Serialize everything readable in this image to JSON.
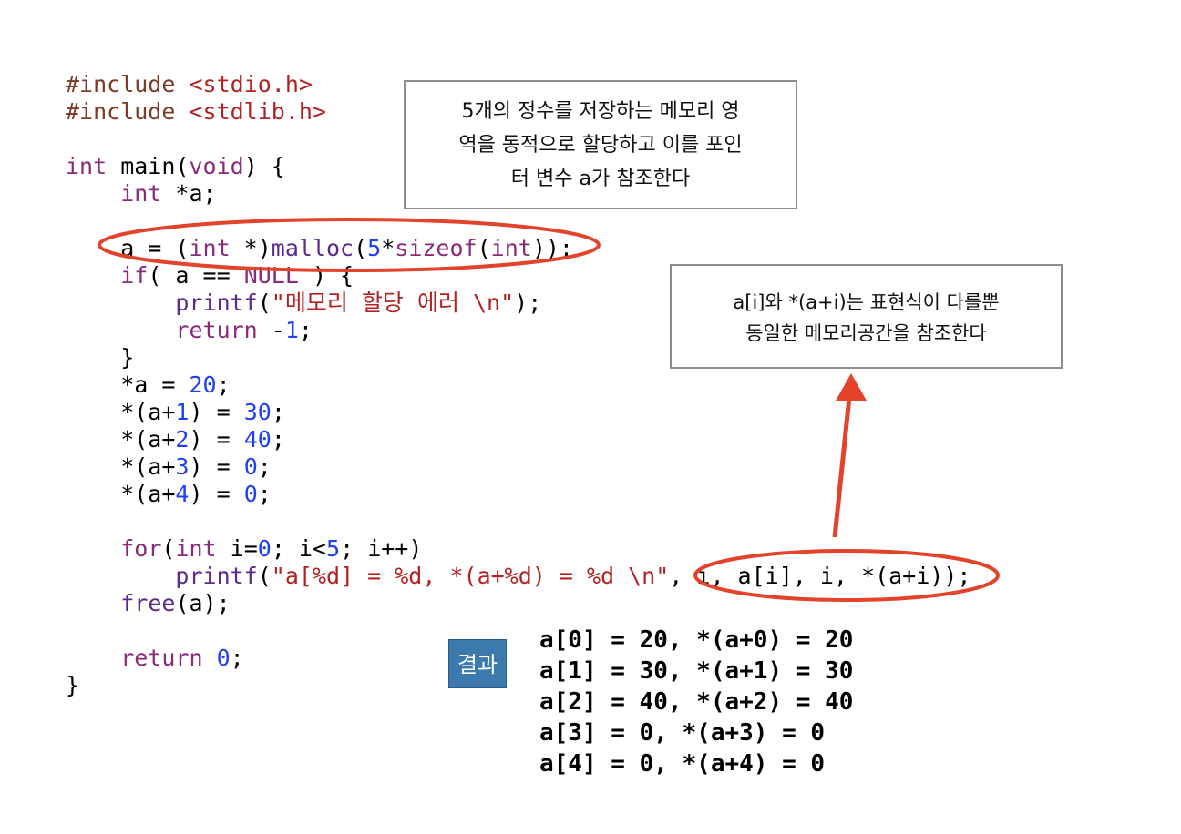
{
  "code": {
    "include1": [
      "#include",
      " <stdio.h>"
    ],
    "include2": [
      "#include",
      " <stdlib.h>"
    ],
    "main": [
      "int",
      " main(",
      "void",
      ") {"
    ],
    "decl": [
      "    ",
      "int",
      " *a;"
    ],
    "malloc": [
      "    a = (",
      "int",
      " *)",
      "malloc",
      "(",
      "5",
      "*",
      "sizeof",
      "(",
      "int",
      "));"
    ],
    "if": [
      "    ",
      "if",
      "( a == ",
      "NULL",
      " ) {"
    ],
    "printf_err": [
      "        ",
      "printf",
      "(",
      "\"메모리 할당 에러 \\n\"",
      ");"
    ],
    "return_err": [
      "        ",
      "return",
      " -",
      "1",
      ";"
    ],
    "close_if": "    }",
    "assign0": [
      "    *a = ",
      "20",
      ";"
    ],
    "assign1": [
      "    *(a+",
      "1",
      ") = ",
      "30",
      ";"
    ],
    "assign2": [
      "    *(a+",
      "2",
      ") = ",
      "40",
      ";"
    ],
    "assign3": [
      "    *(a+",
      "3",
      ") = ",
      "0",
      ";"
    ],
    "assign4": [
      "    *(a+",
      "4",
      ") = ",
      "0",
      ";"
    ],
    "for": [
      "    ",
      "for",
      "(",
      "int",
      " i=",
      "0",
      "; i<",
      "5",
      "; i++)"
    ],
    "printf_loop": [
      "        ",
      "printf",
      "(",
      "\"a[%d] = %d, *(a+%d) = %d \\n\"",
      ", i, a[i], i, *(a+i));"
    ],
    "free": [
      "    ",
      "free",
      "(a);"
    ],
    "return_main": [
      "    ",
      "return",
      " ",
      "0",
      ";"
    ],
    "close_main": "}"
  },
  "callout_top": {
    "lines": [
      "5개의 정수를 저장하는 메모리 영",
      "역을 동적으로 할당하고 이를 포인",
      "터 변수 a가 참조한다"
    ]
  },
  "callout_right": {
    "lines": [
      "a[i]와 *(a+i)는 표현식이 다를뿐",
      "동일한 메모리공간을 참조한다"
    ]
  },
  "result_badge": "결과",
  "output": [
    "a[0] = 20, *(a+0) = 20",
    "a[1] = 30, *(a+1) = 30",
    "a[2] = 40, *(a+2) = 40",
    "a[3] = 0, *(a+3) = 0",
    "a[4] = 0, *(a+4) = 0"
  ],
  "colors": {
    "keyword": "#8a2b7a",
    "preprocessor": "#7b3b27",
    "string": "#b22222",
    "number": "#1f3ff0",
    "annotation_red": "#e2432a",
    "badge_blue": "#3c79ad"
  }
}
